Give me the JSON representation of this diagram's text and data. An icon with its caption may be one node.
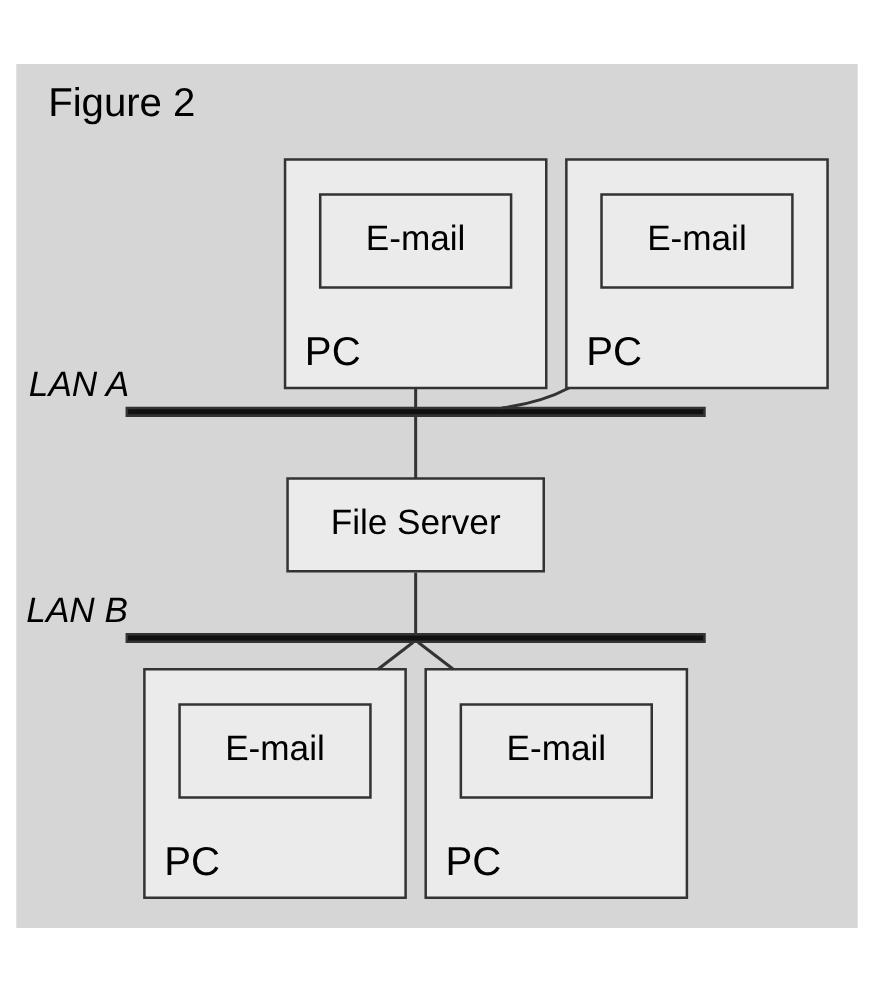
{
  "diagram": {
    "title": "Figure 2",
    "nodes": [
      {
        "text": [
          "PC"
        ]
      },
      {
        "text": [
          "E-mail"
        ],
        "in": 0
      },
      {
        "text": [
          "PC"
        ]
      },
      {
        "text": [
          "E-mail"
        ],
        "in": 2
      },
      {
        "text": [],
        "shape": "bar",
        "beside": [
          "LAN A"
        ]
      },
      {
        "text": [
          "File Server"
        ]
      },
      {
        "text": [],
        "shape": "bar",
        "beside": [
          "LAN B"
        ]
      },
      {
        "text": [
          "PC"
        ]
      },
      {
        "text": [
          "E-mail"
        ],
        "in": 7
      },
      {
        "text": [
          "PC"
        ]
      },
      {
        "text": [
          "E-mail"
        ],
        "in": 9
      }
    ],
    "edges": [
      {
        "from": 0,
        "to": 4,
        "arrow": "none"
      },
      {
        "from": 2,
        "to": 4,
        "arrow": "none"
      },
      {
        "from": 4,
        "to": 5,
        "arrow": "none"
      },
      {
        "from": 5,
        "to": 6,
        "arrow": "none"
      },
      {
        "from": 6,
        "to": 7,
        "arrow": "none"
      },
      {
        "from": 6,
        "to": 9,
        "arrow": "none"
      }
    ]
  }
}
